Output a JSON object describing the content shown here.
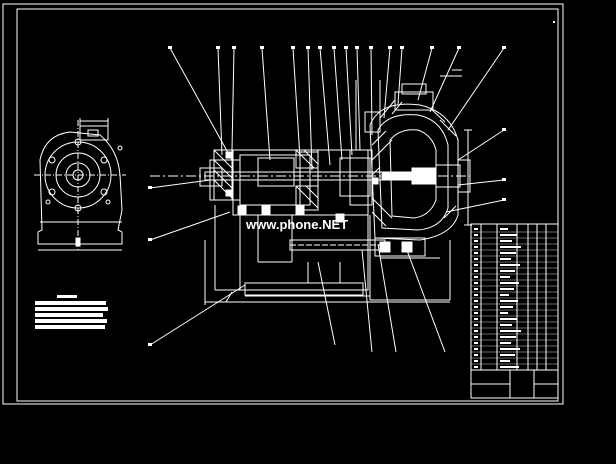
{
  "drawing": {
    "background": "#000000",
    "line_color": "#ffffff",
    "watermark": "www.phone.NET",
    "callout_count": 22,
    "note_lines": 6,
    "title_block_rows": 24
  }
}
